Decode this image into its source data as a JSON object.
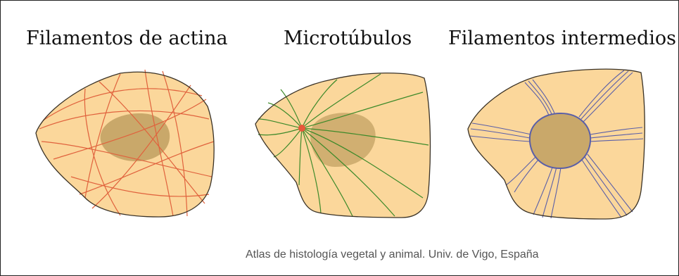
{
  "panels": [
    {
      "title": "Filamentos de actina",
      "filament_color": "#e0623d"
    },
    {
      "title": "Microtúbulos",
      "filament_color": "#3d8a2a"
    },
    {
      "title": "Filamentos intermedios",
      "filament_color": "#5a5fa8"
    }
  ],
  "colors": {
    "cytoplasm": "#fbd79b",
    "nucleus": "#c9a86a",
    "outline": "#3a3226",
    "centrosome": "#e8583a"
  },
  "credit": "Atlas de histología vegetal y animal. Univ. de Vigo, España"
}
